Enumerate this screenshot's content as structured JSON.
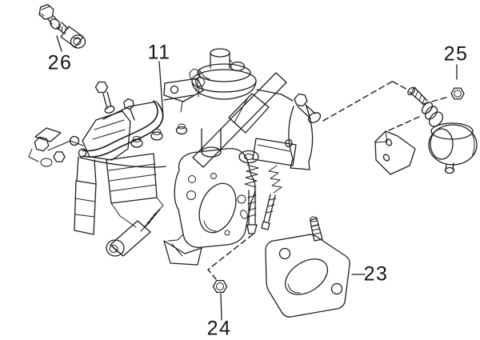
{
  "diagram": {
    "type": "exploded parts illustration",
    "subject": "carburetor assembly",
    "colors": {
      "background": "#ffffff",
      "line": "#1e1e1e",
      "text": "#151515"
    },
    "callouts": [
      {
        "label": "26",
        "part": "union-bolt"
      },
      {
        "label": "11",
        "part": "carburetor-assembly"
      },
      {
        "label": "25",
        "part": "nut"
      },
      {
        "label": "23",
        "part": "insulator-spacer"
      },
      {
        "label": "24",
        "part": "nut"
      }
    ]
  }
}
